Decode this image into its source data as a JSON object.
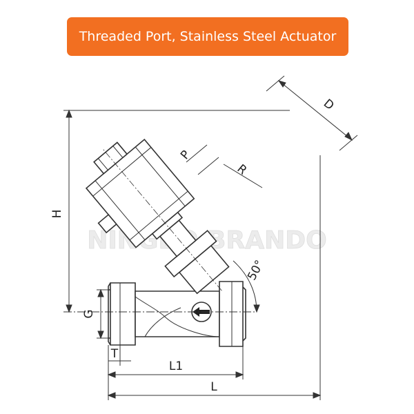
{
  "header": {
    "title": "Threaded Port, Stainless Steel Actuator"
  },
  "watermark": {
    "text": "NINGBO BRANDO"
  },
  "dimensions": {
    "D": "D",
    "P": "P",
    "R": "R",
    "H": "H",
    "G": "G",
    "T": "T",
    "L1": "L1",
    "L": "L",
    "angle": "50°"
  },
  "colors": {
    "banner": "#f26f21",
    "line": "#333333",
    "watermark": "#ececec"
  },
  "icons": {
    "flow_direction": "arrow-left-icon"
  }
}
